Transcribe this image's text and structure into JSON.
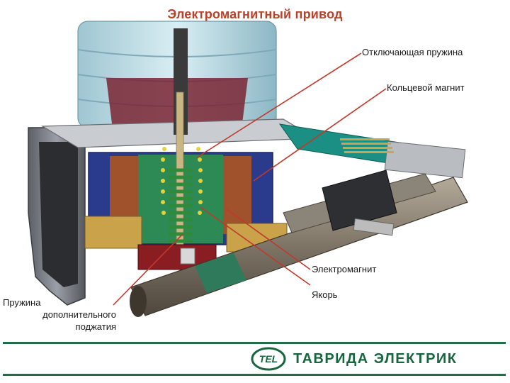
{
  "title": "Электромагнитный привод",
  "labels": {
    "opening_spring": "Отключающая пружина",
    "ring_magnet": "Кольцевой магнит",
    "electromagnet": "Электромагнит",
    "armature": "Якорь",
    "extra_spring": [
      "Пружина",
      "дополнительного",
      "поджатия"
    ]
  },
  "logo": {
    "mark": "TEL",
    "text": "ТАВРИДА ЭЛЕКТРИК"
  },
  "colors": {
    "title": "#b8412a",
    "leader": "#c0392b",
    "brand": "#17663f"
  }
}
